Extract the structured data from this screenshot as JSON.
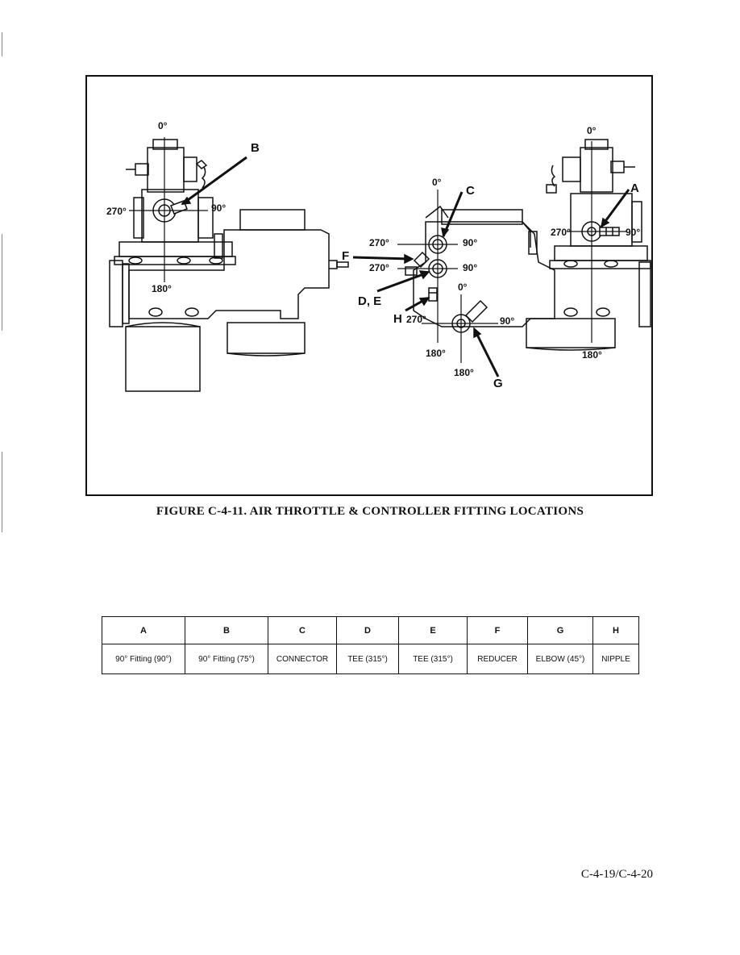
{
  "figure": {
    "callouts": {
      "A": "A",
      "B": "B",
      "C": "C",
      "DE": "D, E",
      "F": "F",
      "G": "G",
      "H": "H"
    },
    "angles": {
      "zero": "0°",
      "ninety": "90°",
      "one_eighty": "180°",
      "two_seventy": "270°"
    },
    "caption": "FIGURE C-4-11. AIR THROTTLE & CONTROLLER FITTING LOCATIONS"
  },
  "table": {
    "headers": [
      "A",
      "B",
      "C",
      "D",
      "E",
      "F",
      "G",
      "H"
    ],
    "descriptions": [
      "90° Fitting (90°)",
      "90° Fitting (75°)",
      "CONNECTOR",
      "TEE (315°)",
      "TEE (315°)",
      "REDUCER",
      "ELBOW (45°)",
      "NIPPLE"
    ]
  },
  "footer": {
    "page_number": "C-4-19/C-4-20"
  }
}
